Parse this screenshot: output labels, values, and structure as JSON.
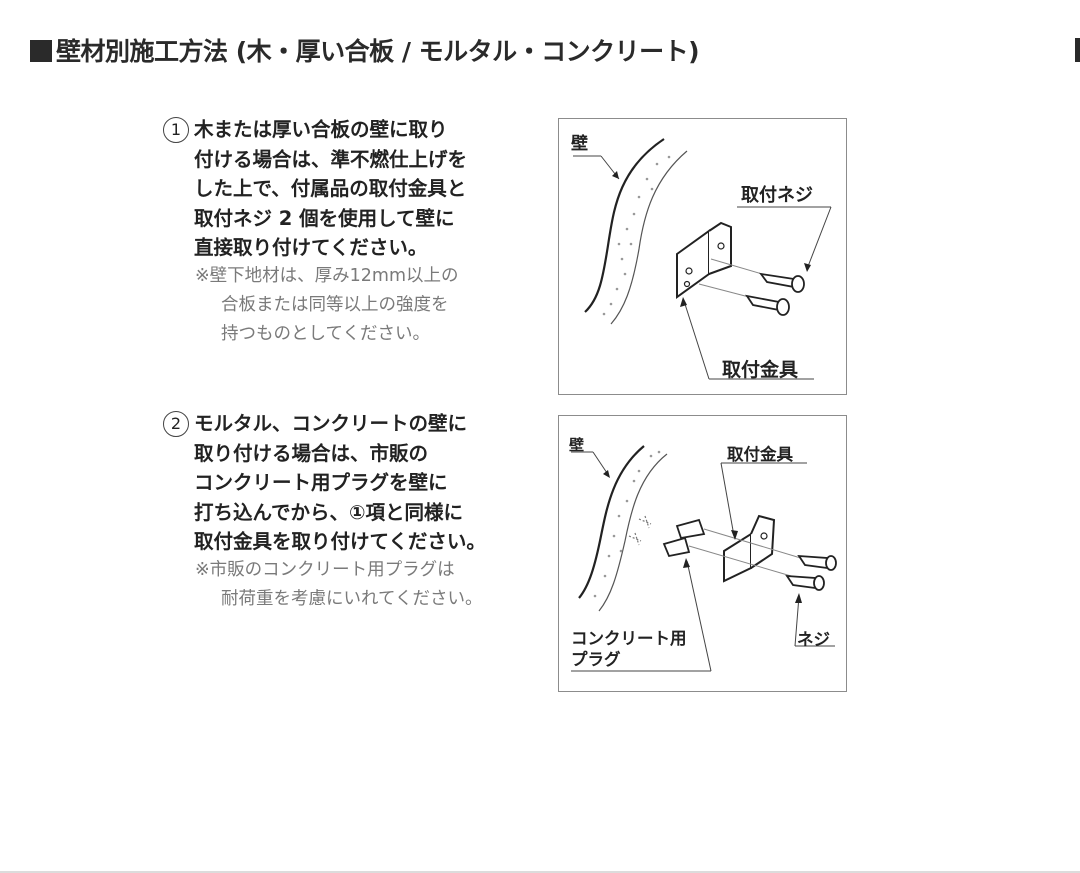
{
  "header": {
    "title": "壁材別施工方法 (木・厚い合板 / モルタル・コンクリート)"
  },
  "steps": [
    {
      "number": "1",
      "lines": [
        "木または厚い合板の壁に取り",
        "付ける場合は、準不燃仕上げを",
        "した上で、付属品の取付金具と",
        "取付ネジ 2 個を使用して壁に",
        "直接取り付けてください。"
      ],
      "note_lines": [
        "※壁下地材は、厚み12mm以上の",
        "合板または同等以上の強度を",
        "持つものとしてください。"
      ],
      "figure": {
        "labels": {
          "wall": "壁",
          "screw": "取付ネジ",
          "bracket": "取付金具"
        }
      }
    },
    {
      "number": "2",
      "lines": [
        "モルタル、コンクリートの壁に",
        "取り付ける場合は、市販の",
        "コンクリート用プラグを壁に",
        "打ち込んでから、①項と同様に",
        "取付金具を取り付けてください。"
      ],
      "note_lines": [
        "※市販のコンクリート用プラグは",
        "耐荷重を考慮にいれてください。"
      ],
      "figure": {
        "labels": {
          "wall": "壁",
          "bracket": "取付金具",
          "plug_line1": "コンクリート用",
          "plug_line2": "プラグ",
          "screw": "ネジ"
        }
      }
    }
  ]
}
